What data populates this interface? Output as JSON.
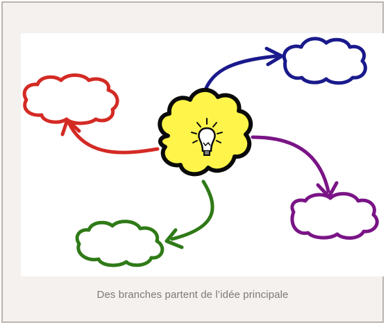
{
  "figure": {
    "caption": "Des branches partent de l’idée principale",
    "central_idea": {
      "icon": "lightbulb-icon",
      "fill": "#fff54a"
    },
    "branches": [
      {
        "id": "top-right",
        "color": "#1a1a8c"
      },
      {
        "id": "top-left",
        "color": "#d42a24"
      },
      {
        "id": "bottom-right",
        "color": "#7a1486"
      },
      {
        "id": "bottom-left",
        "color": "#2f7a17"
      }
    ]
  }
}
